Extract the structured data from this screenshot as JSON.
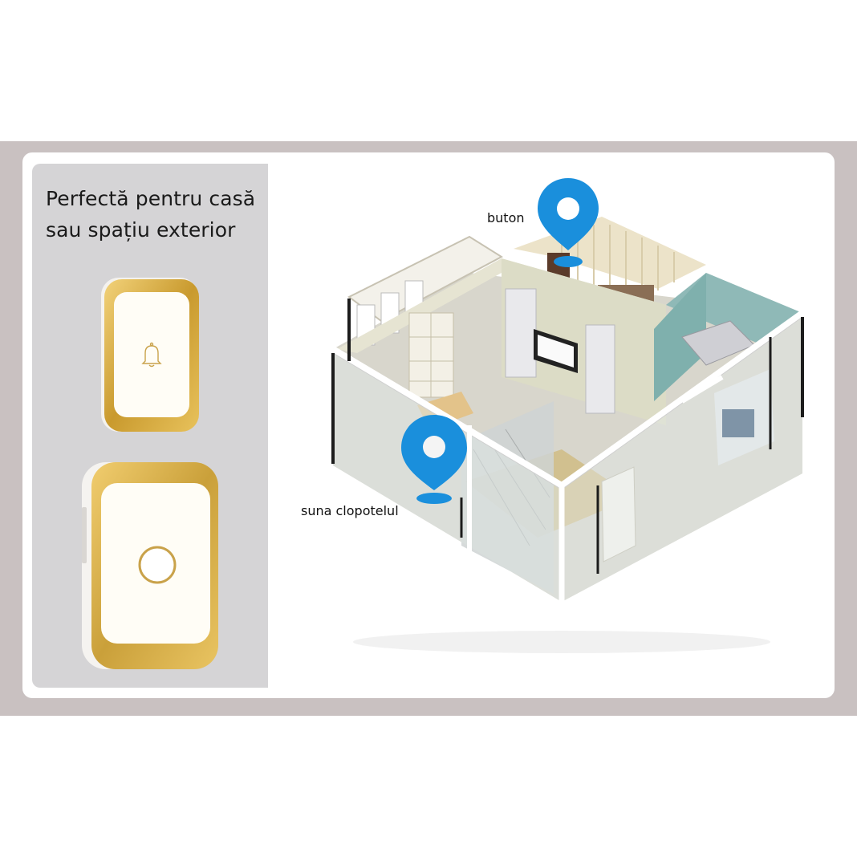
{
  "banner": {
    "headline_line1": "Perfectă pentru casă",
    "headline_line2": "sau spațiu exterior",
    "colors": {
      "band": "#c9c1c1",
      "card": "#ffffff",
      "panel": "#d5d4d6",
      "gold": "#d9a93a",
      "pin_blue": "#1a8fdc"
    }
  },
  "devices": [
    {
      "name": "receiver-chime",
      "icon": "bell-icon"
    },
    {
      "name": "transmitter-button",
      "icon": "ring-button-icon"
    }
  ],
  "floorplan": {
    "markers": [
      {
        "label": "buton",
        "icon": "location-pin-icon"
      },
      {
        "label": "suna clopotelul",
        "icon": "location-pin-icon"
      }
    ]
  }
}
